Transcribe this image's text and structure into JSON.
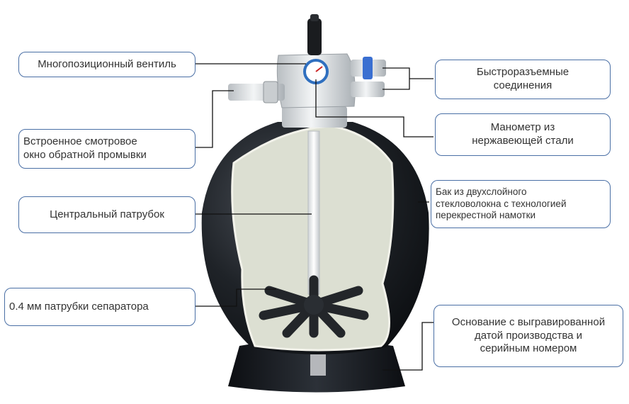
{
  "colors": {
    "border": "#4a6fa5",
    "tank": "#1c1f24",
    "interior": "#d9ddd0",
    "valve": "#e3e6e8",
    "gauge": "#2f6fbf",
    "connector": "#3a6fd1"
  },
  "labels": {
    "multiport_valve": "Многопозиционный вентиль",
    "quick_connectors": "Быстроразъемные\nсоединения",
    "sight_glass": "Встроенное смотровое\nокно обратной промывки",
    "pressure_gauge": "Манометр из\nнержавеющей стали",
    "tank": "Бак из двухслойного\nстекловолокна с технологией\nперекрестной намотки",
    "central_pipe": "Центральный патрубок",
    "laterals": "0.4 мм  патрубки сепаратора",
    "base": "Основание с выгравированной\nдатой производства и\nсерийным номером"
  }
}
